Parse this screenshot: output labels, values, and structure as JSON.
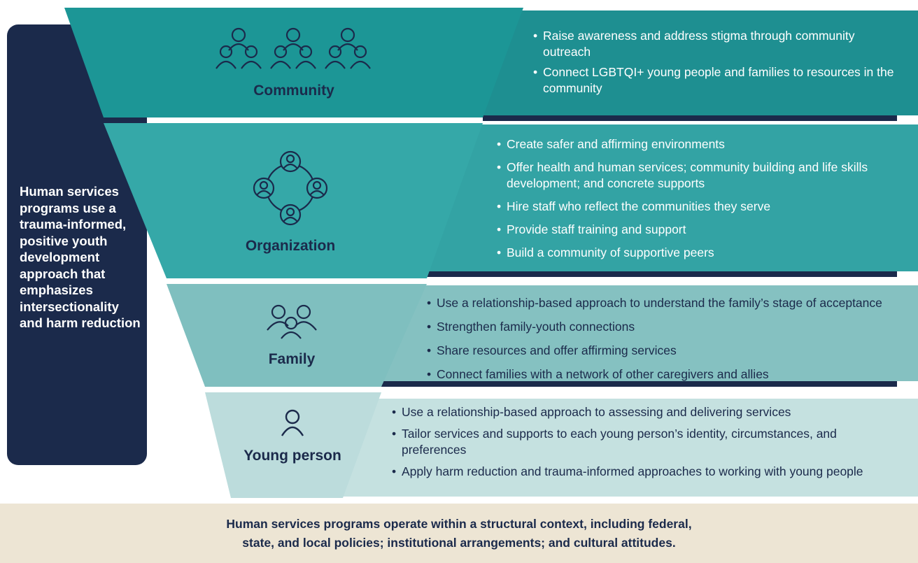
{
  "sidebar": {
    "lines": [
      "Human services",
      "programs use a",
      "trauma-informed,",
      "positive youth",
      "development",
      "approach that",
      "emphasizes",
      "intersectionality",
      "and harm reduction"
    ]
  },
  "levels": [
    {
      "label": "Community",
      "icon": "community-people-icon",
      "color": "#1c9696",
      "band_color": "#1e8f91",
      "bullets": [
        "Raise awareness and address stigma through community outreach",
        "Connect LGBTQI+ young people and families to resources in the community"
      ]
    },
    {
      "label": "Organization",
      "icon": "organization-network-icon",
      "color": "#35a8a8",
      "band_color": "#33a3a4",
      "bullets": [
        "Create safer and affirming environments",
        "Offer health and human services; community building and life skills development; and concrete supports",
        "Hire staff who reflect the communities they serve",
        "Provide staff training and support",
        "Build a community of supportive peers"
      ]
    },
    {
      "label": "Family",
      "icon": "family-icon",
      "color": "#7fbfbf",
      "band_color": "#85c1c1",
      "bullets": [
        "Use a relationship-based approach to understand the family’s stage of acceptance",
        "Strengthen family-youth connections",
        "Share resources and offer affirming services",
        "Connect families with a network of other caregivers and allies"
      ]
    },
    {
      "label": "Young person",
      "icon": "young-person-icon",
      "color": "#bcdcdc",
      "band_color": "#c5e1e0",
      "bullets": [
        "Use a relationship-based approach to assessing and delivering services",
        "Tailor services and supports to each young person’s identity, circumstances, and preferences",
        "Apply harm reduction and trauma-informed approaches to working with young people"
      ]
    }
  ],
  "footer": {
    "lines": [
      "Human services programs operate within a structural context, including federal,",
      "state, and local policies; institutional arrangements; and cultural attitudes."
    ]
  }
}
